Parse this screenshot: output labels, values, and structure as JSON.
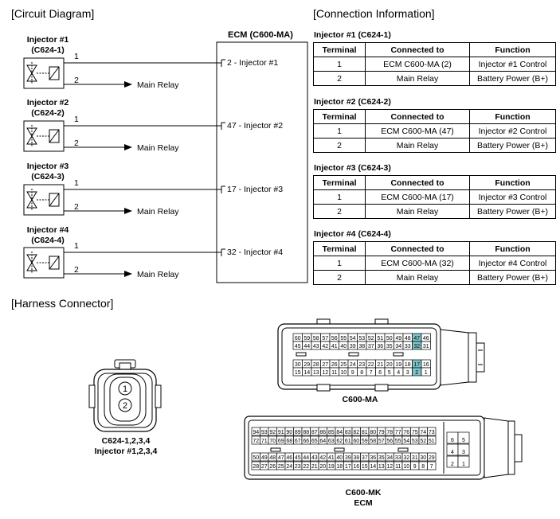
{
  "headings": {
    "circuit_diagram": "[Circuit Diagram]",
    "connection_information": "[Connection Information]",
    "harness_connector": "[Harness Connector]"
  },
  "ecm_title": "ECM (C600-MA)",
  "injectors": [
    {
      "name": "Injector #1",
      "connector": "(C624-1)",
      "pin1": "1",
      "pin2": "2",
      "ecm_pin": "2 - Injector #1",
      "relay": "Main Relay"
    },
    {
      "name": "Injector #2",
      "connector": "(C624-2)",
      "pin1": "1",
      "pin2": "2",
      "ecm_pin": "47 - Injector #2",
      "relay": "Main Relay"
    },
    {
      "name": "Injector #3",
      "connector": "(C624-3)",
      "pin1": "1",
      "pin2": "2",
      "ecm_pin": "17 - Injector #3",
      "relay": "Main Relay"
    },
    {
      "name": "Injector #4",
      "connector": "(C624-4)",
      "pin1": "1",
      "pin2": "2",
      "ecm_pin": "32 - Injector #4",
      "relay": "Main Relay"
    }
  ],
  "connection_info": {
    "headers": {
      "terminal": "Terminal",
      "connected_to": "Connected to",
      "function": "Function"
    },
    "tables": [
      {
        "title": "Injector #1 (C624-1)",
        "rows": [
          [
            "1",
            "ECM C600-MA (2)",
            "Injector #1 Control"
          ],
          [
            "2",
            "Main Relay",
            "Battery Power (B+)"
          ]
        ]
      },
      {
        "title": "Injector #2 (C624-2)",
        "rows": [
          [
            "1",
            "ECM C600-MA (47)",
            "Injector #2 Control"
          ],
          [
            "2",
            "Main Relay",
            "Battery Power (B+)"
          ]
        ]
      },
      {
        "title": "Injector #3 (C624-3)",
        "rows": [
          [
            "1",
            "ECM C600-MA (17)",
            "Injector #3 Control"
          ],
          [
            "2",
            "Main Relay",
            "Battery Power (B+)"
          ]
        ]
      },
      {
        "title": "Injector #4 (C624-4)",
        "rows": [
          [
            "1",
            "ECM C600-MA (32)",
            "Injector #4 Control"
          ],
          [
            "2",
            "Main Relay",
            "Battery Power (B+)"
          ]
        ]
      }
    ]
  },
  "harness": {
    "injector_connector": {
      "pins": [
        "1",
        "2"
      ],
      "caption_line1": "C624-1,2,3,4",
      "caption_line2": "Injector #1,2,3,4"
    },
    "c600_ma": {
      "caption": "C600-MA",
      "rows": [
        [
          "60",
          "59",
          "58",
          "57",
          "56",
          "55",
          "54",
          "53",
          "52",
          "51",
          "50",
          "49",
          "48",
          "47",
          "46"
        ],
        [
          "45",
          "44",
          "43",
          "42",
          "41",
          "40",
          "39",
          "38",
          "37",
          "36",
          "35",
          "34",
          "33",
          "32",
          "31"
        ],
        [
          "30",
          "29",
          "28",
          "27",
          "26",
          "25",
          "24",
          "23",
          "22",
          "21",
          "20",
          "19",
          "18",
          "17",
          "16"
        ],
        [
          "15",
          "14",
          "13",
          "12",
          "11",
          "10",
          "9",
          "8",
          "7",
          "6",
          "5",
          "4",
          "3",
          "2",
          "1"
        ]
      ],
      "highlighted": [
        "47",
        "32",
        "17",
        "2"
      ],
      "highlight_color": "#7cc4c9"
    },
    "c600_mk": {
      "caption_line1": "C600-MK",
      "caption_line2": "ECM",
      "rows": [
        [
          "94",
          "93",
          "92",
          "91",
          "90",
          "89",
          "88",
          "87",
          "86",
          "85",
          "84",
          "83",
          "82",
          "81",
          "80",
          "79",
          "78",
          "77",
          "76",
          "75",
          "74",
          "73"
        ],
        [
          "72",
          "71",
          "70",
          "69",
          "68",
          "67",
          "66",
          "65",
          "64",
          "63",
          "62",
          "61",
          "60",
          "59",
          "58",
          "57",
          "56",
          "55",
          "54",
          "53",
          "52",
          "51"
        ],
        [
          "50",
          "49",
          "48",
          "47",
          "46",
          "45",
          "44",
          "43",
          "42",
          "41",
          "40",
          "39",
          "38",
          "37",
          "36",
          "35",
          "34",
          "33",
          "32",
          "31",
          "30",
          "29"
        ],
        [
          "28",
          "27",
          "26",
          "25",
          "24",
          "23",
          "22",
          "21",
          "20",
          "19",
          "18",
          "17",
          "16",
          "15",
          "14",
          "13",
          "12",
          "11",
          "10",
          "9",
          "8",
          "7"
        ]
      ],
      "side_pins": [
        [
          "6",
          "5"
        ],
        [
          "4",
          "3"
        ],
        [
          "2",
          "1"
        ]
      ]
    }
  }
}
